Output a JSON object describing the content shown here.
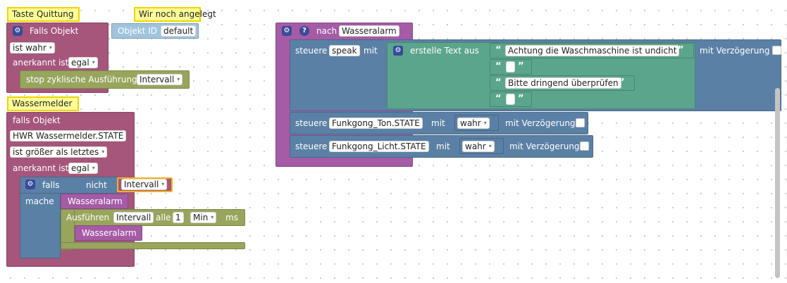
{
  "comments": {
    "taste_quittung": "Taste Quittung",
    "wir_noch_angelegt": "Wir noch angelegt",
    "wassermelder": "Wassermelder"
  },
  "block1": {
    "falls_objekt": "Falls Objekt",
    "objekt_id": "Objekt ID",
    "default": "default",
    "ist_wahr": "ist wahr",
    "anerkannt_ist": "anerkannt ist",
    "egal": "egal",
    "stop_label": "stop zyklische Ausführung",
    "stop_value": "Intervall"
  },
  "block2": {
    "falls_objekt": "falls Objekt",
    "object": "HWR Wassermelder.STATE",
    "condition": "ist größer als letztes",
    "anerkannt_ist": "anerkannt ist",
    "egal": "egal",
    "falls": "falls",
    "nicht": "nicht",
    "intervall": "Intervall",
    "mache": "mache",
    "wasseralarm_call": "Wasseralarm",
    "ausfuehren": "Ausführen",
    "intervall_name": "Intervall",
    "alle": "alle",
    "interval_value": "1",
    "unit": "Min",
    "ms": "ms",
    "wasseralarm_inner": "Wasseralarm"
  },
  "block3": {
    "nach": "nach",
    "function_name": "Wasseralarm",
    "steuere": "steuere",
    "target1": "speak",
    "mit": "mit",
    "erstelle_text": "erstelle Text aus",
    "text1": "Achtung die Waschmaschine ist undicht",
    "text3": "Bitte dringend überprüfen",
    "mit_verzoegerung": "mit Verzögerung",
    "target2": "Funkgong_Ton.STATE",
    "value2": "wahr",
    "target3": "Funkgong_Licht.STATE",
    "value3": "wahr"
  },
  "icons": {
    "gear": "⚙",
    "question": "?",
    "open_quote": "“",
    "close_quote": "”",
    "dropdown_arrow": "▾"
  },
  "colors": {
    "event_block": "#a5567a",
    "timer_block": "#98a55c",
    "logic_block": "#5b80a5",
    "procedure_block": "#a55ba5",
    "text_block": "#5ba58c",
    "comment_bg": "#ffff99",
    "comment_border": "#f2d300"
  }
}
